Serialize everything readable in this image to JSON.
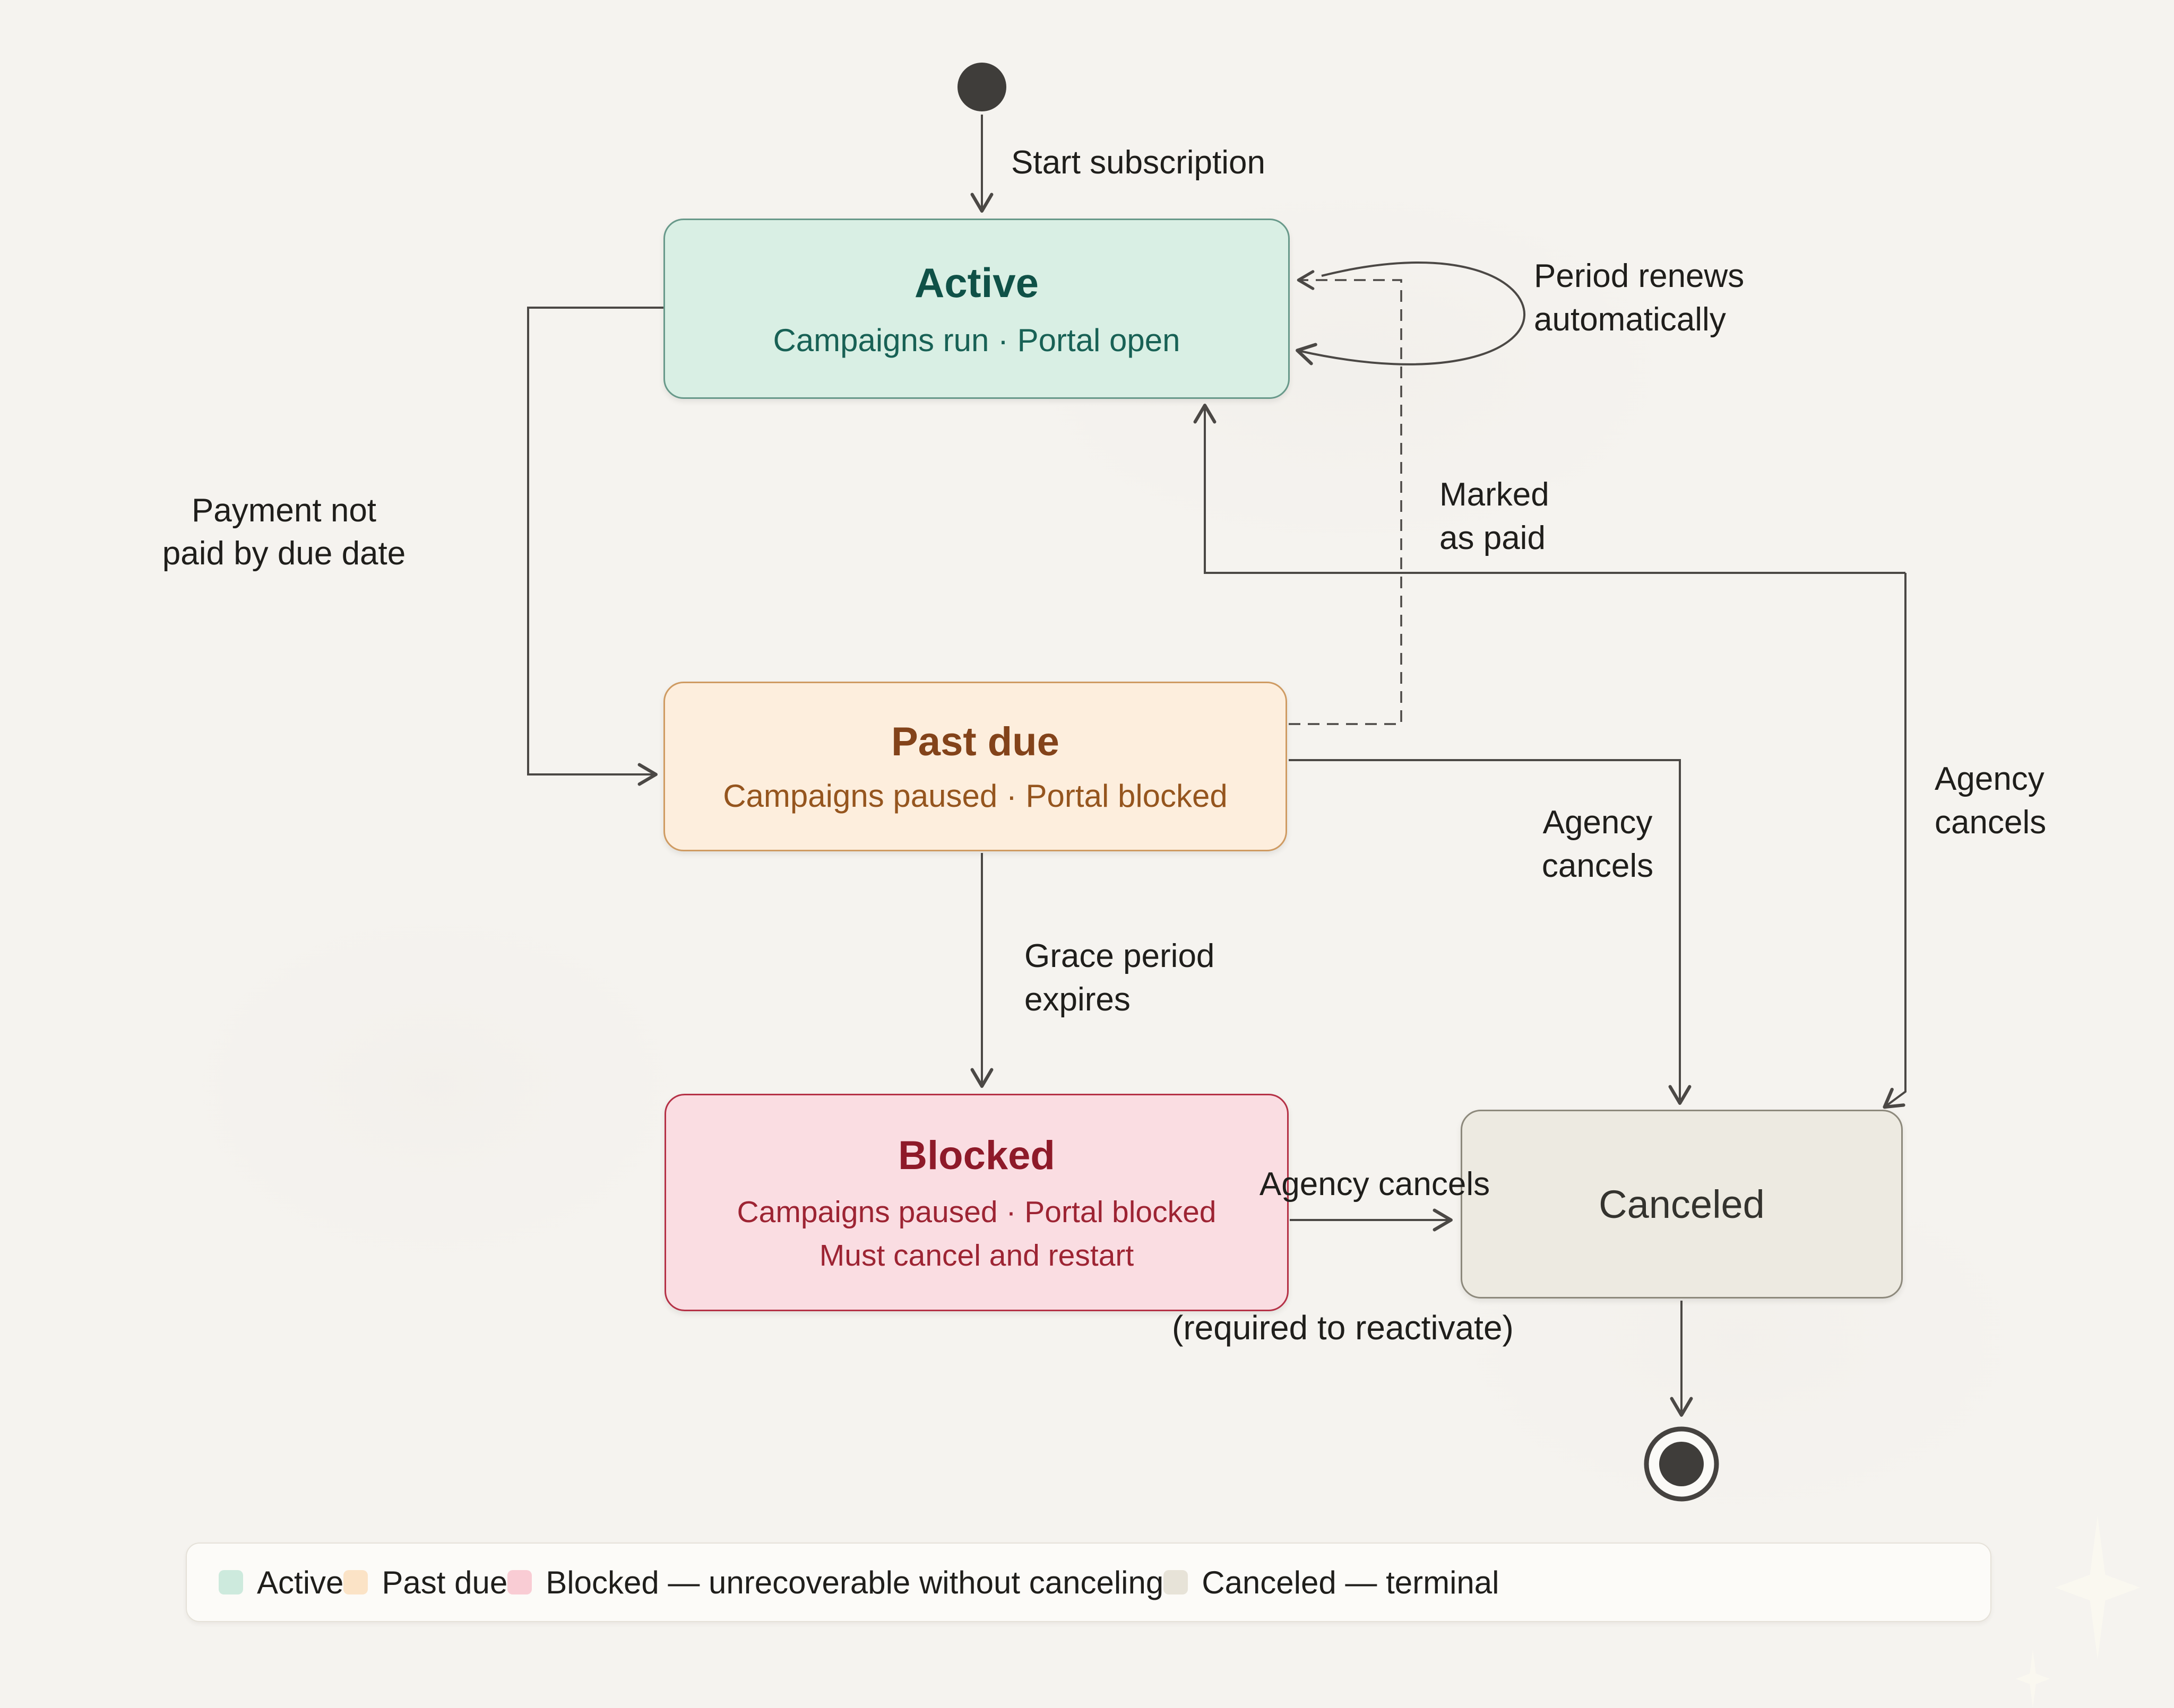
{
  "states": {
    "active": {
      "title": "Active",
      "subtitle": "Campaigns run · Portal open",
      "fill": "#d9efe4",
      "border": "#68998a",
      "text": "#0f5147"
    },
    "past_due": {
      "title": "Past due",
      "subtitle": "Campaigns paused · Portal blocked",
      "fill": "#fdeedd",
      "border": "#cf9b62",
      "text": "#83431a"
    },
    "blocked": {
      "title": "Blocked",
      "line1": "Campaigns paused · Portal blocked",
      "line2": "Must cancel and restart",
      "fill": "#fadde2",
      "border": "#b53146",
      "text": "#8e1a29"
    },
    "canceled": {
      "title": "Canceled",
      "fill": "#edeae1",
      "border": "#8d897c",
      "text": "#34332e"
    }
  },
  "edge_labels": {
    "start": "Start subscription",
    "renew_1": "Period renews",
    "renew_2": "automatically",
    "payment_1": "Payment not",
    "payment_2": "paid by due date",
    "marked_1": "Marked",
    "marked_2": "as paid",
    "agency_right_1": "Agency",
    "agency_right_2": "cancels",
    "agency_mid_1": "Agency",
    "agency_mid_2": "cancels",
    "grace_1": "Grace period",
    "grace_2": "expires",
    "agency_blocked": "Agency cancels",
    "required_note": "(required to reactivate)"
  },
  "legend": {
    "items": [
      {
        "label": "Active",
        "swatch": "#cdeadd"
      },
      {
        "label": "Past due",
        "swatch": "#fbe3c6"
      },
      {
        "label": "Blocked — unrecoverable without canceling",
        "swatch": "#f9ccd4"
      },
      {
        "label": "Canceled — terminal",
        "swatch": "#e7e3d8"
      }
    ]
  },
  "colors": {
    "background": "#f5f3ef",
    "edge_line": "#4b4845",
    "label_text": "#1f1e1b",
    "node_fill": "#3f3d3a"
  }
}
